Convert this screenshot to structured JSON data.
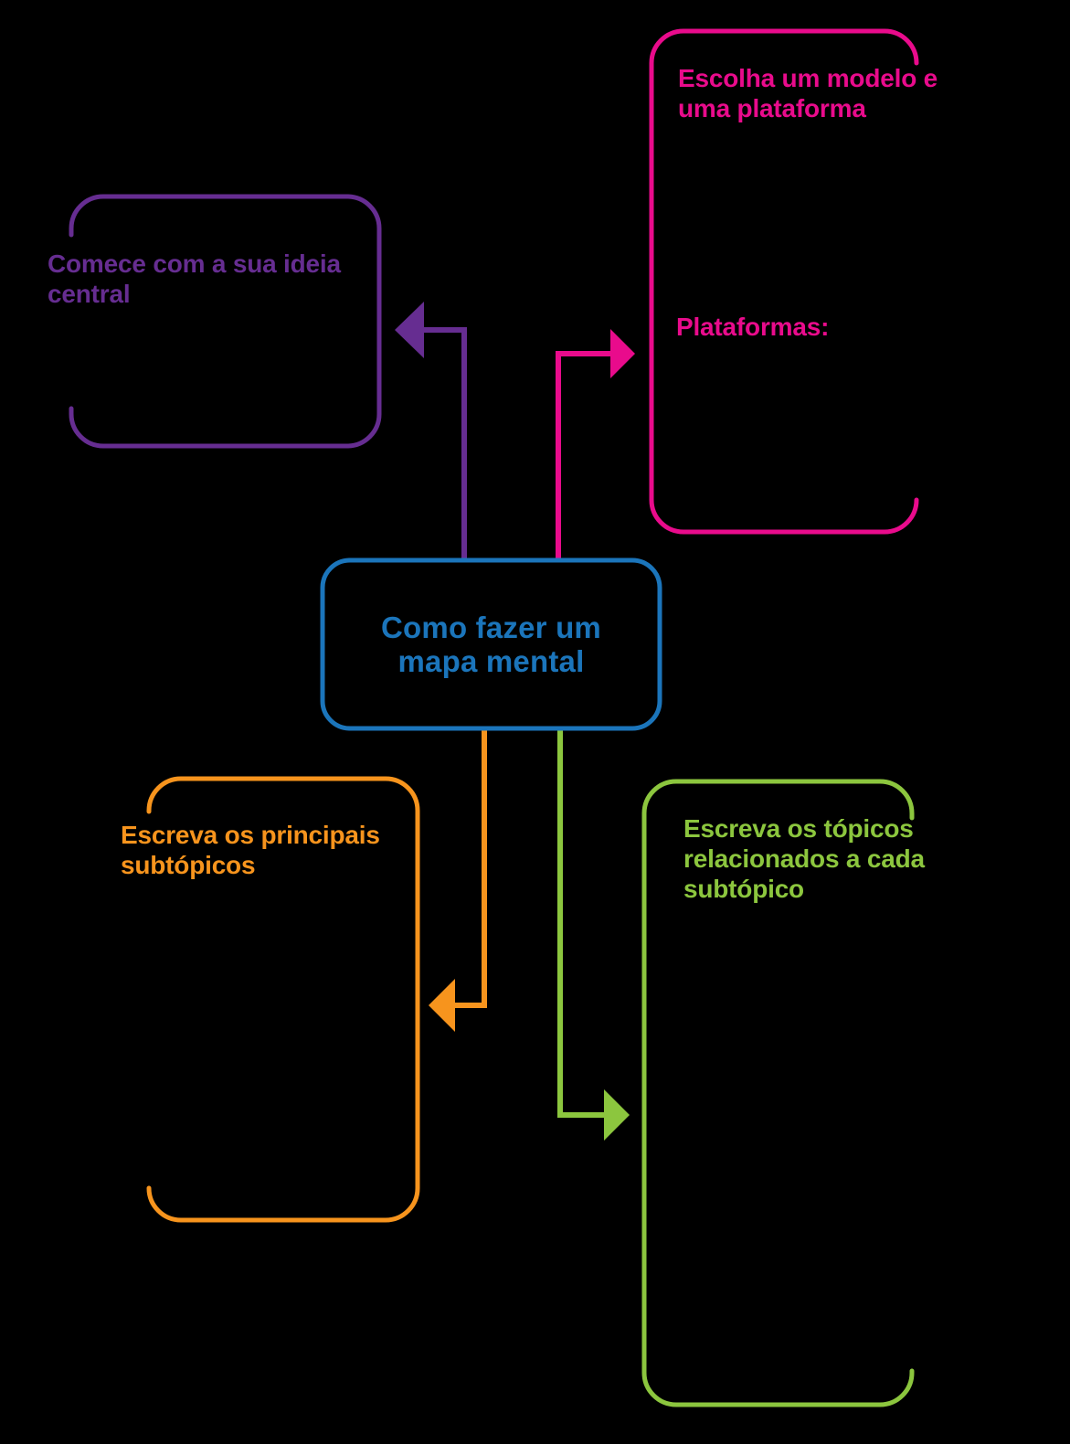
{
  "background_color": "#000000",
  "center": {
    "title_lines": [
      "Como fazer um",
      "mapa mental"
    ],
    "color": "#1B75BB"
  },
  "nodes": {
    "purple": {
      "title_lines": [
        "Comece com a sua ideia",
        "central"
      ],
      "color": "#662D91"
    },
    "pink": {
      "title_lines": [
        "Escolha um modelo e",
        "uma plataforma"
      ],
      "subheading": "Plataformas:",
      "color": "#E90B8C"
    },
    "orange": {
      "title_lines": [
        "Escreva os principais",
        "subtópicos"
      ],
      "color": "#F7941D"
    },
    "green": {
      "title_lines": [
        "Escreva os tópicos",
        "relacionados a cada",
        "subtópico"
      ],
      "color": "#8CC63E"
    }
  }
}
